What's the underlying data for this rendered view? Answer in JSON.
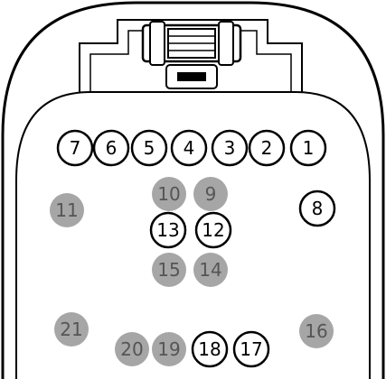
{
  "pins": [
    {
      "label": "1",
      "style": "outline"
    },
    {
      "label": "2",
      "style": "outline"
    },
    {
      "label": "3",
      "style": "outline"
    },
    {
      "label": "4",
      "style": "outline"
    },
    {
      "label": "5",
      "style": "outline"
    },
    {
      "label": "6",
      "style": "outline"
    },
    {
      "label": "7",
      "style": "outline"
    },
    {
      "label": "8",
      "style": "outline"
    },
    {
      "label": "9",
      "style": "filled"
    },
    {
      "label": "10",
      "style": "filled"
    },
    {
      "label": "11",
      "style": "filled"
    },
    {
      "label": "12",
      "style": "outline"
    },
    {
      "label": "13",
      "style": "outline"
    },
    {
      "label": "14",
      "style": "filled"
    },
    {
      "label": "15",
      "style": "filled"
    },
    {
      "label": "16",
      "style": "filled"
    },
    {
      "label": "17",
      "style": "outline"
    },
    {
      "label": "18",
      "style": "outline"
    },
    {
      "label": "19",
      "style": "filled"
    },
    {
      "label": "20",
      "style": "filled"
    },
    {
      "label": "21",
      "style": "filled"
    }
  ],
  "colors": {
    "outline_stroke": "#000000",
    "outline_fill": "#ffffff",
    "filled_fill": "#a6a6a6",
    "filled_text": "#555555",
    "board_stroke": "#000000"
  }
}
